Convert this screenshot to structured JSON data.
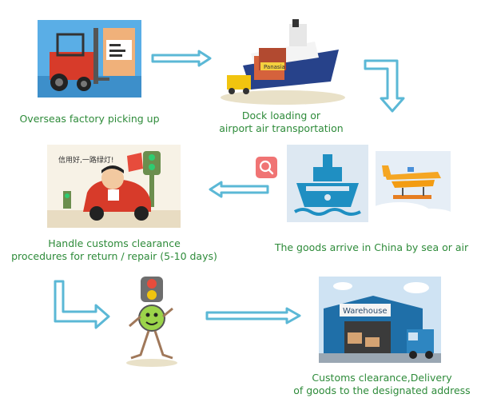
{
  "steps": [
    {
      "id": "overseas-factory",
      "caption": [
        "Overseas factory picking up"
      ]
    },
    {
      "id": "dock-loading",
      "caption": [
        "Dock loading or",
        "airport air transportation"
      ]
    },
    {
      "id": "arrive-china",
      "caption": [
        "The goods arrive in China by sea or air"
      ]
    },
    {
      "id": "customs-clearance",
      "caption": [
        "Handle customs clearance",
        "procedures for return / repair (5-10 days)"
      ]
    },
    {
      "id": "traffic-light",
      "caption": []
    },
    {
      "id": "delivery",
      "caption": [
        "Customs clearance,Delivery",
        "of goods to the designated address"
      ]
    }
  ],
  "illustration_text": {
    "ship_sign": "Panasia",
    "warehouse_sign": "Warehouse",
    "cartoon_speech": "信用好,一路绿灯!"
  },
  "colors": {
    "caption_green": "#2e8b3a",
    "arrow_blue": "#5bb8d6",
    "search_badge": "#f07474"
  }
}
